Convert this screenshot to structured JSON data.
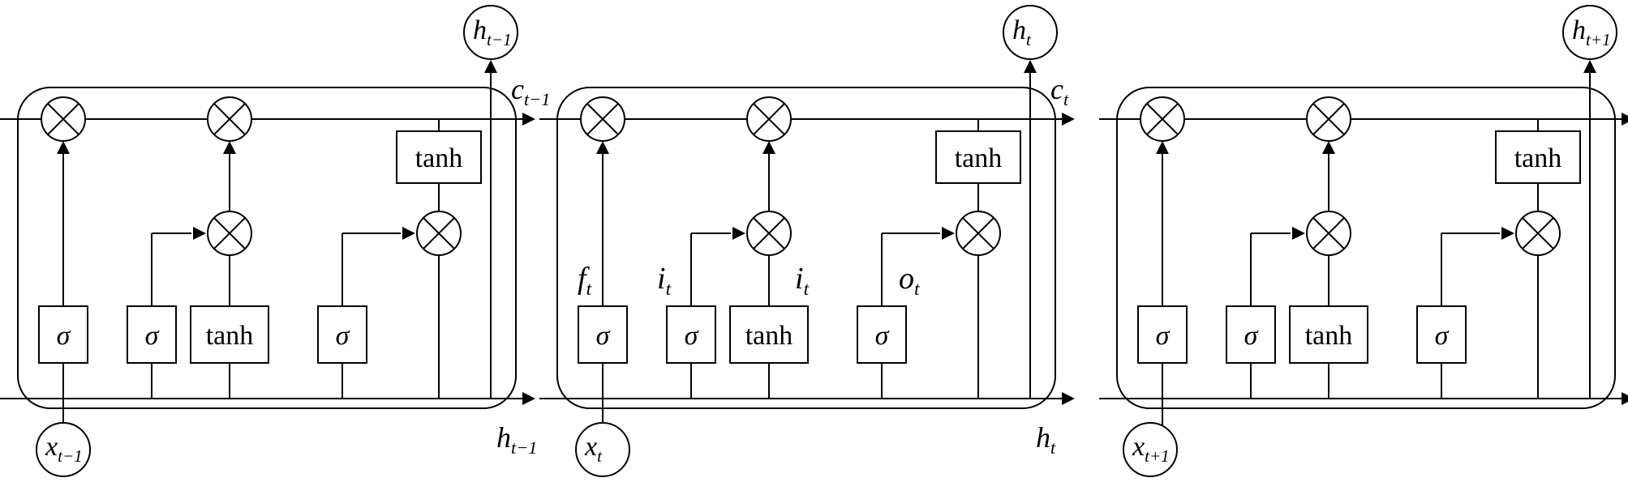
{
  "cells": [
    {
      "id": "prev",
      "gate_sigma": "σ",
      "gate_tanh": "tanh",
      "state_tanh": "tanh",
      "input": {
        "base": "x",
        "sub": "t−1"
      },
      "output": {
        "base": "h",
        "sub": "t−1"
      },
      "cell_out": {
        "base": "c",
        "sub": "t−1"
      },
      "hidden_out": {
        "base": "h",
        "sub": "t−1"
      },
      "gate_labels": null
    },
    {
      "id": "curr",
      "gate_sigma": "σ",
      "gate_tanh": "tanh",
      "state_tanh": "tanh",
      "input": {
        "base": "x",
        "sub": "t"
      },
      "output": {
        "base": "h",
        "sub": "t"
      },
      "cell_out": {
        "base": "c",
        "sub": "t"
      },
      "hidden_out": {
        "base": "h",
        "sub": "t"
      },
      "gate_labels": {
        "forget": {
          "base": "f",
          "sub": "t"
        },
        "input": {
          "base": "i",
          "sub": "t"
        },
        "candidate": {
          "base": "i",
          "sub": "t"
        },
        "output": {
          "base": "o",
          "sub": "t"
        }
      }
    },
    {
      "id": "next",
      "gate_sigma": "σ",
      "gate_tanh": "tanh",
      "state_tanh": "tanh",
      "input": {
        "base": "x",
        "sub": "t+1"
      },
      "output": {
        "base": "h",
        "sub": "t+1"
      },
      "cell_out": null,
      "hidden_out": null,
      "gate_labels": null
    }
  ],
  "symbols": {
    "multiply": "⊗"
  }
}
